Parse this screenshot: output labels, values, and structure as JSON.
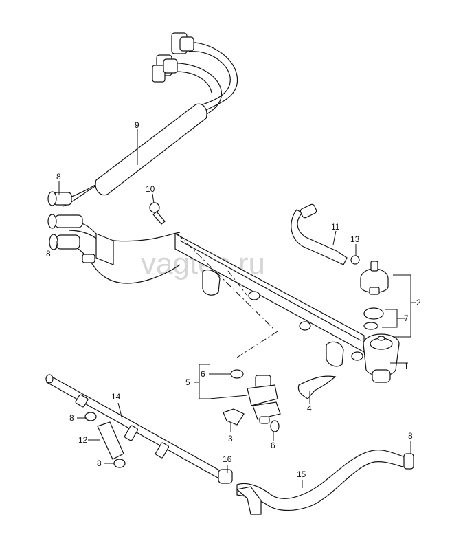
{
  "watermark": "vagtec.ru",
  "callouts": {
    "c1": "1",
    "c2": "2",
    "c3": "3",
    "c4": "4",
    "c5": "5",
    "c6a": "6",
    "c6b": "6",
    "c7": "7",
    "c8a": "8",
    "c8b": "8",
    "c8c": "8",
    "c8d": "8",
    "c8e": "8",
    "c9": "9",
    "c10": "10",
    "c11": "11",
    "c12": "12",
    "c13": "13",
    "c14": "14",
    "c15": "15",
    "c16": "16"
  }
}
